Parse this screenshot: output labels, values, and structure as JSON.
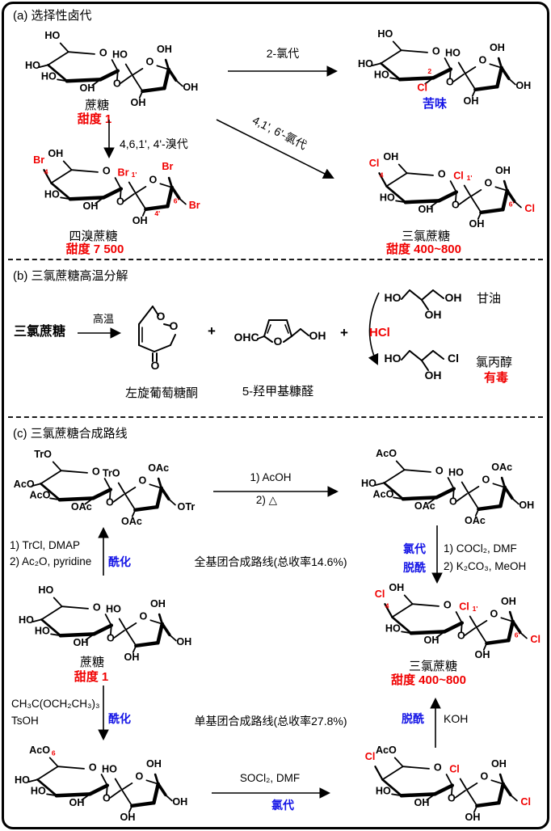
{
  "colors": {
    "red": "#f00000",
    "blue": "#1414e6",
    "black": "#000000"
  },
  "a": {
    "title": "(a) 选择性卤代",
    "arrow_chloro": "2-氯代",
    "arrow_bromo": "4,6,1', 4'-溴代",
    "arrow_trichloro": "4,1', 6'-氯代",
    "sucrose_name": "蔗糖",
    "sucrose_sweet": "甜度 1",
    "bitter": "苦味",
    "tetrabromo_name": "四溴蔗糖",
    "tetrabromo_sweet": "甜度 7 500",
    "sucralose_name": "三氯蔗糖",
    "sucralose_sweet": "甜度 400~800"
  },
  "b": {
    "title": "(b) 三氯蔗糖高温分解",
    "reactant": "三氯蔗糖",
    "cond": "高温",
    "plus1": "+",
    "plus2": "+",
    "hcl": "HCl",
    "levoglucosenone": "左旋葡萄糖酮",
    "hmf": "5-羟甲基糠醛",
    "glycerol": "甘油",
    "chloropropanol": "氯丙醇",
    "toxic": "有毒"
  },
  "c": {
    "title": "(c) 三氯蔗糖合成路线",
    "tr_reagent1": "1) TrCl, DMAP",
    "tr_reagent2": "2) Ac₂O, pyridine",
    "acylation1": "酰化",
    "acylation2": "酰化",
    "acoh1": "1) AcOH",
    "acoh2": "2) △",
    "chlorination": "氯代",
    "deacylation": "脱酰",
    "cocl1": "1) COCl₂, DMF",
    "cocl2": "2) K₂CO₃, MeOH",
    "full_route": "全基团合成路线(总收率14.6%)",
    "mono_route": "单基团合成路线(总收率27.8%)",
    "ortho1": "CH₃C(OCH₂CH₃)₃",
    "ortho2": "TsOH",
    "socl": "SOCl₂, DMF",
    "chlorination2": "氯代",
    "deacylation2": "脱酰",
    "koh": "KOH",
    "sucrose_name": "蔗糖",
    "sucrose_sweet": "甜度 1",
    "sucralose_name": "三氯蔗糖",
    "sucralose_sweet": "甜度 400~800"
  },
  "structures": {
    "s_sucrose_a": {
      "bonds": [
        [
          46,
          76,
          34,
          79,
          2
        ]
      ],
      "labels": [
        [
          "O",
          122,
          64
        ],
        [
          "O",
          186,
          76
        ],
        [
          "O",
          141,
          106
        ],
        [
          "HO",
          52,
          40
        ],
        [
          "HO",
          25,
          81
        ],
        [
          "HO",
          47,
          96
        ],
        [
          "OH",
          100,
          112
        ],
        [
          "HO",
          145,
          66
        ],
        [
          "OH",
          206,
          59
        ],
        [
          "OH",
          242,
          111
        ],
        [
          "OH",
          170,
          132
        ]
      ]
    },
    "s_chlorosucrose": {
      "bonds": [
        [
          46,
          76,
          34,
          79,
          2
        ]
      ],
      "labels": [
        [
          "O",
          122,
          64
        ],
        [
          "O",
          186,
          76
        ],
        [
          "O",
          141,
          106
        ],
        [
          "HO",
          52,
          40
        ],
        [
          "HO",
          25,
          81
        ],
        [
          "HO",
          47,
          96
        ],
        [
          "Cl",
          103,
          114,
          "r"
        ],
        [
          "2",
          113,
          90,
          "sr"
        ],
        [
          "HO",
          145,
          66
        ],
        [
          "OH",
          206,
          59
        ],
        [
          "OH",
          242,
          111
        ],
        [
          "OH",
          170,
          132
        ]
      ]
    },
    "s_tetrabromo": {
      "bonds": [
        [
          46,
          76,
          36,
          58,
          2.5
        ]
      ],
      "labels": [
        [
          "O",
          122,
          64
        ],
        [
          "O",
          186,
          76
        ],
        [
          "O",
          141,
          106
        ],
        [
          "OH",
          52,
          40
        ],
        [
          "Br",
          29,
          49,
          "r"
        ],
        [
          "4",
          39,
          64,
          "sr"
        ],
        [
          "HO",
          47,
          96
        ],
        [
          "OH",
          100,
          112
        ],
        [
          "Br",
          145,
          66,
          "r"
        ],
        [
          "1'",
          160,
          68,
          "sr"
        ],
        [
          "Br",
          206,
          58,
          "r"
        ],
        [
          "6'",
          218,
          104,
          "sr"
        ],
        [
          "Br",
          243,
          111,
          "r"
        ],
        [
          "4'",
          192,
          121,
          "sr"
        ],
        [
          "OH",
          168,
          132
        ]
      ]
    },
    "s_sucralose_a": {
      "bonds": [
        [
          46,
          76,
          36,
          58,
          2.5
        ]
      ],
      "labels": [
        [
          "O",
          122,
          64
        ],
        [
          "O",
          186,
          76
        ],
        [
          "O",
          141,
          106
        ],
        [
          "OH",
          52,
          40
        ],
        [
          "Cl",
          29,
          49,
          "r"
        ],
        [
          "4",
          39,
          64,
          "sr"
        ],
        [
          "HO",
          47,
          96
        ],
        [
          "OH",
          100,
          112
        ],
        [
          "Cl",
          145,
          66,
          "r"
        ],
        [
          "1'",
          160,
          68,
          "sr"
        ],
        [
          "OH",
          206,
          59
        ],
        [
          "6'",
          218,
          104,
          "sr"
        ],
        [
          "Cl",
          243,
          111,
          "r"
        ],
        [
          "OH",
          170,
          132
        ]
      ]
    },
    "s_tritylated": {
      "bonds": [
        [
          46,
          76,
          34,
          79,
          2
        ]
      ],
      "labels": [
        [
          "O",
          122,
          64
        ],
        [
          "O",
          186,
          76
        ],
        [
          "O",
          141,
          106
        ],
        [
          "TrO",
          49,
          40
        ],
        [
          "AcO",
          23,
          81
        ],
        [
          "AcO",
          45,
          96
        ],
        [
          "OAc",
          102,
          112
        ],
        [
          "TrO",
          143,
          66
        ],
        [
          "OAc",
          208,
          59
        ],
        [
          "OTr",
          246,
          112
        ],
        [
          "OAc",
          171,
          132
        ]
      ]
    },
    "s_pentaacetate": {
      "bonds": [
        [
          46,
          76,
          34,
          79,
          2
        ]
      ],
      "labels": [
        [
          "O",
          122,
          64
        ],
        [
          "O",
          186,
          76
        ],
        [
          "O",
          141,
          106
        ],
        [
          "AcO",
          49,
          40
        ],
        [
          "HO",
          25,
          81
        ],
        [
          "AcO",
          45,
          96
        ],
        [
          "OAc",
          102,
          112
        ],
        [
          "HO",
          145,
          66
        ],
        [
          "OAc",
          208,
          59
        ],
        [
          "OH",
          242,
          111
        ],
        [
          "OAc",
          171,
          132
        ]
      ]
    },
    "s_sucrose_c": {
      "bonds": [
        [
          46,
          76,
          34,
          79,
          2
        ]
      ],
      "labels": [
        [
          "O",
          122,
          64
        ],
        [
          "O",
          186,
          76
        ],
        [
          "O",
          141,
          106
        ],
        [
          "HO",
          52,
          40
        ],
        [
          "HO",
          25,
          81
        ],
        [
          "HO",
          47,
          96
        ],
        [
          "OH",
          100,
          112
        ],
        [
          "HO",
          145,
          66
        ],
        [
          "OH",
          206,
          59
        ],
        [
          "OH",
          242,
          111
        ],
        [
          "OH",
          170,
          132
        ]
      ]
    },
    "s_sucralose_c": {
      "bonds": [
        [
          46,
          76,
          36,
          58,
          2.5
        ]
      ],
      "labels": [
        [
          "O",
          122,
          64
        ],
        [
          "O",
          186,
          76
        ],
        [
          "O",
          141,
          106
        ],
        [
          "OH",
          52,
          40
        ],
        [
          "Cl",
          29,
          49,
          "r"
        ],
        [
          "4",
          39,
          64,
          "sr"
        ],
        [
          "HO",
          47,
          96
        ],
        [
          "OH",
          100,
          112
        ],
        [
          "Cl",
          145,
          66,
          "r"
        ],
        [
          "1'",
          160,
          68,
          "sr"
        ],
        [
          "OH",
          206,
          59
        ],
        [
          "6'",
          218,
          104,
          "sr"
        ],
        [
          "Cl",
          243,
          111,
          "r"
        ],
        [
          "OH",
          170,
          132
        ]
      ]
    },
    "s_monoacetate": {
      "bonds": [
        [
          46,
          76,
          34,
          79,
          2
        ]
      ],
      "labels": [
        [
          "O",
          122,
          64
        ],
        [
          "O",
          186,
          76
        ],
        [
          "O",
          141,
          106
        ],
        [
          "AcO",
          49,
          40
        ],
        [
          "6",
          68,
          43,
          "sr"
        ],
        [
          "HO",
          25,
          81
        ],
        [
          "HO",
          47,
          96
        ],
        [
          "OH",
          100,
          112
        ],
        [
          "HO",
          145,
          66
        ],
        [
          "OH",
          206,
          59
        ],
        [
          "OH",
          242,
          111
        ],
        [
          "OH",
          170,
          132
        ]
      ]
    },
    "s_trichloroacetate": {
      "bonds": [
        [
          46,
          76,
          36,
          58,
          2.5
        ]
      ],
      "labels": [
        [
          "O",
          122,
          64
        ],
        [
          "O",
          186,
          76
        ],
        [
          "O",
          141,
          106
        ],
        [
          "AcO",
          51,
          40
        ],
        [
          "Cl",
          29,
          49,
          "r"
        ],
        [
          "HO",
          47,
          96
        ],
        [
          "OH",
          100,
          112
        ],
        [
          "Cl",
          145,
          66,
          "r"
        ],
        [
          "OH",
          206,
          59
        ],
        [
          "Cl",
          243,
          111,
          "r"
        ],
        [
          "OH",
          170,
          132
        ]
      ]
    },
    "lev": {
      "bonds": [
        [
          7,
          62,
          7,
          36,
          2
        ],
        [
          11,
          58,
          11,
          40,
          1.6
        ],
        [
          7,
          36,
          24,
          14,
          2
        ],
        [
          24,
          14,
          31,
          25,
          2
        ],
        [
          38,
          36,
          46,
          38,
          2
        ],
        [
          52,
          49,
          46,
          62,
          2
        ],
        [
          46,
          62,
          26,
          70,
          2
        ],
        [
          26,
          70,
          7,
          62,
          2
        ],
        [
          24,
          72,
          24,
          82,
          2
        ],
        [
          29,
          72,
          29,
          82,
          2
        ]
      ],
      "labels": [
        [
          "O",
          34,
          31
        ],
        [
          "O",
          50,
          43
        ],
        [
          "O",
          27,
          92
        ]
      ]
    },
    "hmf": {
      "bonds": [
        [
          36,
          43,
          44,
          40,
          2
        ],
        [
          44,
          40,
          50,
          20,
          2
        ],
        [
          50,
          20,
          72,
          20,
          2
        ],
        [
          72,
          20,
          78,
          40,
          2
        ],
        [
          78,
          40,
          68,
          47,
          2
        ],
        [
          54,
          47,
          44,
          40,
          2
        ],
        [
          48,
          36,
          52,
          26,
          1.6
        ],
        [
          70,
          26,
          74,
          36,
          1.6
        ],
        [
          78,
          40,
          89,
          31,
          2
        ],
        [
          89,
          31,
          99,
          39,
          2
        ]
      ],
      "labels": [
        [
          "OHC",
          22,
          46
        ],
        [
          "O",
          61,
          51
        ],
        [
          "OH",
          110,
          44
        ]
      ]
    },
    "glycerol": {
      "bonds": [
        [
          24,
          20,
          34,
          9,
          2
        ],
        [
          34,
          9,
          49,
          21,
          2
        ],
        [
          49,
          21,
          63,
          9,
          2
        ],
        [
          63,
          9,
          76,
          19,
          2
        ],
        [
          49,
          21,
          57,
          33,
          2
        ]
      ],
      "labels": [
        [
          "HO",
          13,
          23
        ],
        [
          "OH",
          63,
          44
        ],
        [
          "OH",
          88,
          23
        ]
      ]
    },
    "chloropropanol": {
      "bonds": [
        [
          24,
          20,
          34,
          9,
          2
        ],
        [
          34,
          9,
          49,
          21,
          2
        ],
        [
          49,
          21,
          63,
          9,
          2
        ],
        [
          63,
          9,
          76,
          19,
          2
        ],
        [
          49,
          21,
          57,
          33,
          2
        ]
      ],
      "labels": [
        [
          "HO",
          13,
          23
        ],
        [
          "OH",
          63,
          44
        ],
        [
          "Cl",
          88,
          23
        ]
      ]
    }
  }
}
